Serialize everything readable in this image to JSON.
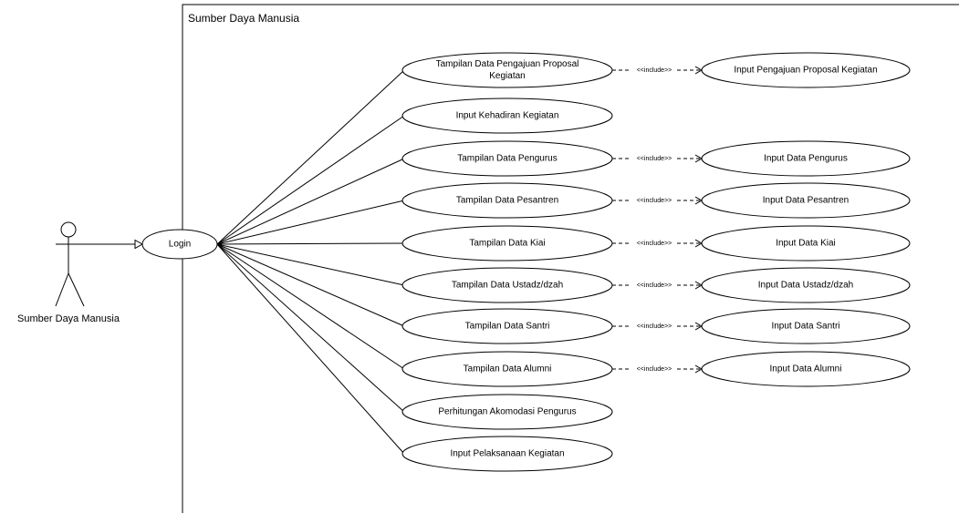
{
  "system": {
    "title": "Sumber Daya Manusia"
  },
  "actor": {
    "label": "Sumber Daya Manusia"
  },
  "login": {
    "label": "Login"
  },
  "include_label": "<<include>>",
  "use_cases": [
    {
      "lines": [
        "Tampilan Data Pengajuan Proposal",
        "Kegiatan"
      ],
      "include": "Input Pengajuan Proposal Kegiatan"
    },
    {
      "lines": [
        "Input Kehadiran Kegiatan"
      ],
      "include": null
    },
    {
      "lines": [
        "Tampilan Data Pengurus"
      ],
      "include": "Input Data Pengurus"
    },
    {
      "lines": [
        "Tampilan Data Pesantren"
      ],
      "include": "Input Data Pesantren"
    },
    {
      "lines": [
        "Tampilan Data Kiai"
      ],
      "include": "Input Data Kiai"
    },
    {
      "lines": [
        "Tampilan Data Ustadz/dzah"
      ],
      "include": "Input Data Ustadz/dzah"
    },
    {
      "lines": [
        "Tampilan Data Santri"
      ],
      "include": "Input Data Santri"
    },
    {
      "lines": [
        "Tampilan Data Alumni"
      ],
      "include": "Input Data Alumni"
    },
    {
      "lines": [
        "Perhitungan Akomodasi Pengurus"
      ],
      "include": null
    },
    {
      "lines": [
        "Input Pelaksanaan Kegiatan"
      ],
      "include": null
    }
  ]
}
